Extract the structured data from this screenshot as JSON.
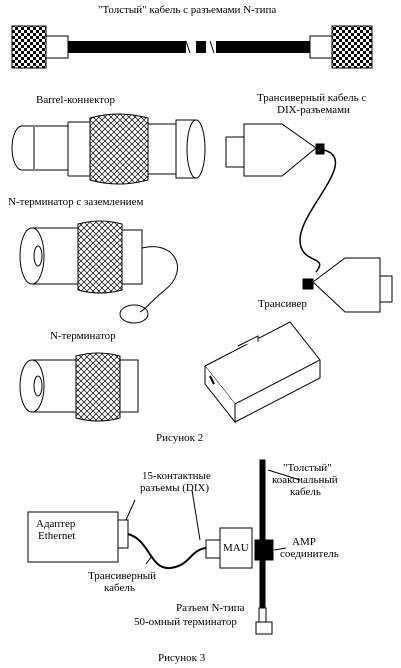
{
  "figure2": {
    "title_cable": "\"Толстый\" кабель с разъемами N-типа",
    "barrel_label": "Barrel-коннектор",
    "transceiver_cable_line1": "Трансиверный кабель с",
    "transceiver_cable_line2": "DIX-разъемами",
    "n_terminator_ground_label": "N-терминатор с заземлением",
    "transceiver_label": "Трансивер",
    "n_terminator_label": "N-терминатор",
    "caption": "Рисунок 2"
  },
  "figure3": {
    "dix_line1": "15-контактные",
    "dix_line2": "разъемы (DIX)",
    "thick_line1": "\"Толстый\"",
    "thick_line2": "коаксиальный",
    "thick_line3": "кабель",
    "adapter_line1": "Адаптер",
    "adapter_line2": "Ethernet",
    "mau_label": "MAU",
    "amp_line1": "AMP",
    "amp_line2": "соединитель",
    "tcable_line1": "Трансиверный",
    "tcable_line2": "кабель",
    "n_connector_label": "Разъем N-типа",
    "terminator50_label": "50-омный терминатор",
    "caption": "Рисунок  3"
  }
}
